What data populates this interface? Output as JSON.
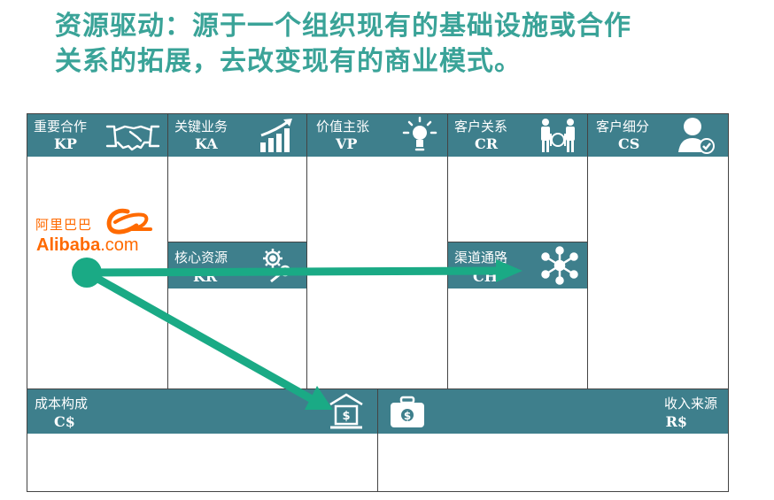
{
  "slide": {
    "title_line1": "资源驱动：源于一个组织现有的基础设施或合作",
    "title_line2": "关系的拓展，去改变现有的商业模式。"
  },
  "canvas": {
    "kp": {
      "label": "重要合作",
      "abbr": "KP",
      "icon": "handshake-icon"
    },
    "ka": {
      "label": "关键业务",
      "abbr": "KA",
      "icon": "growth-chart-icon"
    },
    "vp": {
      "label": "价值主张",
      "abbr": "VP",
      "icon": "lightbulb-icon"
    },
    "cr": {
      "label": "客户关系",
      "abbr": "CR",
      "icon": "people-icon"
    },
    "cs": {
      "label": "客户细分",
      "abbr": "CS",
      "icon": "customer-icon"
    },
    "kr": {
      "label": "核心资源",
      "abbr": "KR",
      "icon": "gears-icon"
    },
    "ch": {
      "label": "渠道通路",
      "abbr": "CH",
      "icon": "network-icon"
    },
    "cost": {
      "label": "成本构成",
      "abbr": "C$",
      "icon": "bank-icon"
    },
    "revenue": {
      "label": "收入来源",
      "abbr": "R$",
      "icon": "money-bag-icon"
    }
  },
  "alibaba": {
    "cn": "阿里巴巴",
    "en_main": "Alibaba",
    "en_suffix": ".com"
  },
  "colors": {
    "title": "#3aa398",
    "header": "#3e7f8c",
    "arrow": "#1aaa85",
    "alibaba": "#ff6a00"
  }
}
